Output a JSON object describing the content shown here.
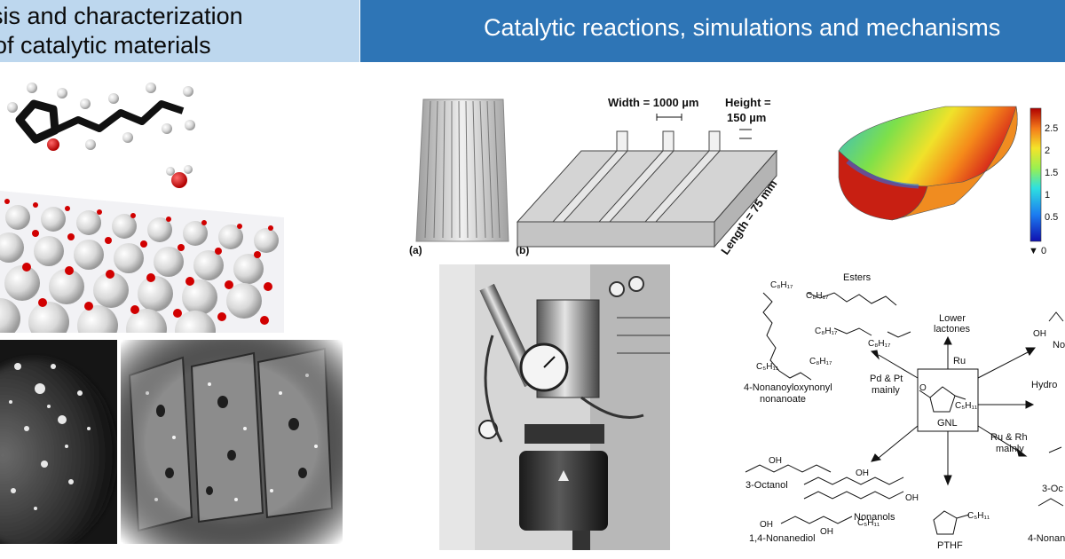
{
  "header": {
    "left_line1": "hesis and characterization",
    "left_line2": "of catalytic materials",
    "right_title": "Catalytic reactions, simulations and mechanisms"
  },
  "reactor": {
    "panel_a": "(a)",
    "panel_b": "(b)",
    "width_label": "Width = 1000 µm",
    "height_label_1": "Height =",
    "height_label_2": "150 µm",
    "length_label": "Length = 75 mm"
  },
  "colorbar": {
    "ticks": [
      "2.5",
      "2",
      "1.5",
      "1",
      "0.5",
      "▼ 0"
    ]
  },
  "scheme": {
    "esters": "Esters",
    "lower_lactones_1": "Lower",
    "lower_lactones_2": "lactones",
    "ru": "Ru",
    "pd_pt_1": "Pd & Pt",
    "pd_pt_2": "mainly",
    "gnl": "GNL",
    "nonanoyl_1": "4-Nonanoyloxynonyl",
    "nonanoyl_2": "nonanoate",
    "ru_rh_1": "Ru & Rh",
    "ru_rh_2": "mainly",
    "octanol": "3-Octanol",
    "nonanols": "Nonanols",
    "nonanediol": "1,4-Nonanediol",
    "pthf": "PTHF",
    "oh": "OH",
    "c8h17": "C₈H₁₇",
    "c5h11": "C₅H₁₁",
    "o": "O",
    "hydro_cut": "Hydro",
    "no_cut": "No",
    "three_oc_cut": "3-Oc",
    "four_nonan_cut": "4-Nonan",
    "oh_cut": "OH"
  }
}
